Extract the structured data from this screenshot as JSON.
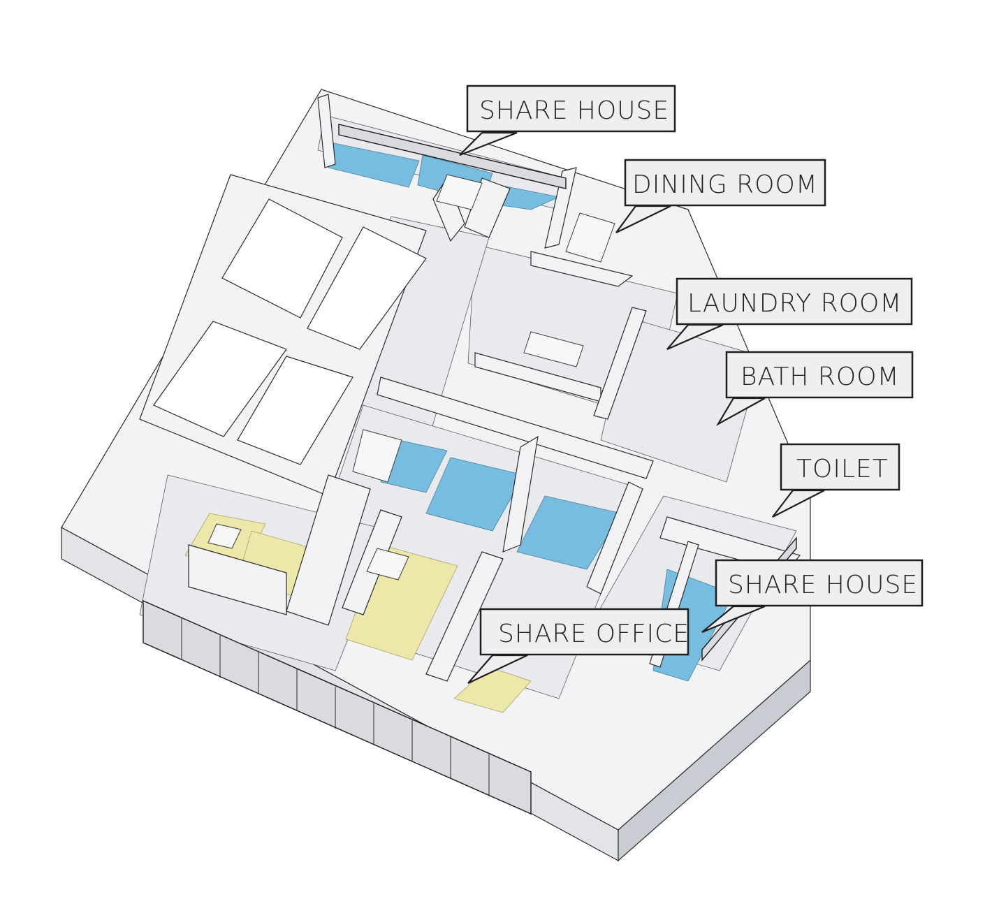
{
  "labels": {
    "share_house_top": "SHARE HOUSE",
    "dining_room": "DINING ROOM",
    "laundry_room": "LAUNDRY ROOM",
    "bath_room": "BATH ROOM",
    "toilet": "TOILET",
    "share_house_bottom": "SHARE HOUSE",
    "share_office": "SHARE OFFICE"
  },
  "colors": {
    "share_house": "#76bde0",
    "share_office": "#ede7a9",
    "wall": "#f2f3f5",
    "outline": "#1e1e1e"
  }
}
